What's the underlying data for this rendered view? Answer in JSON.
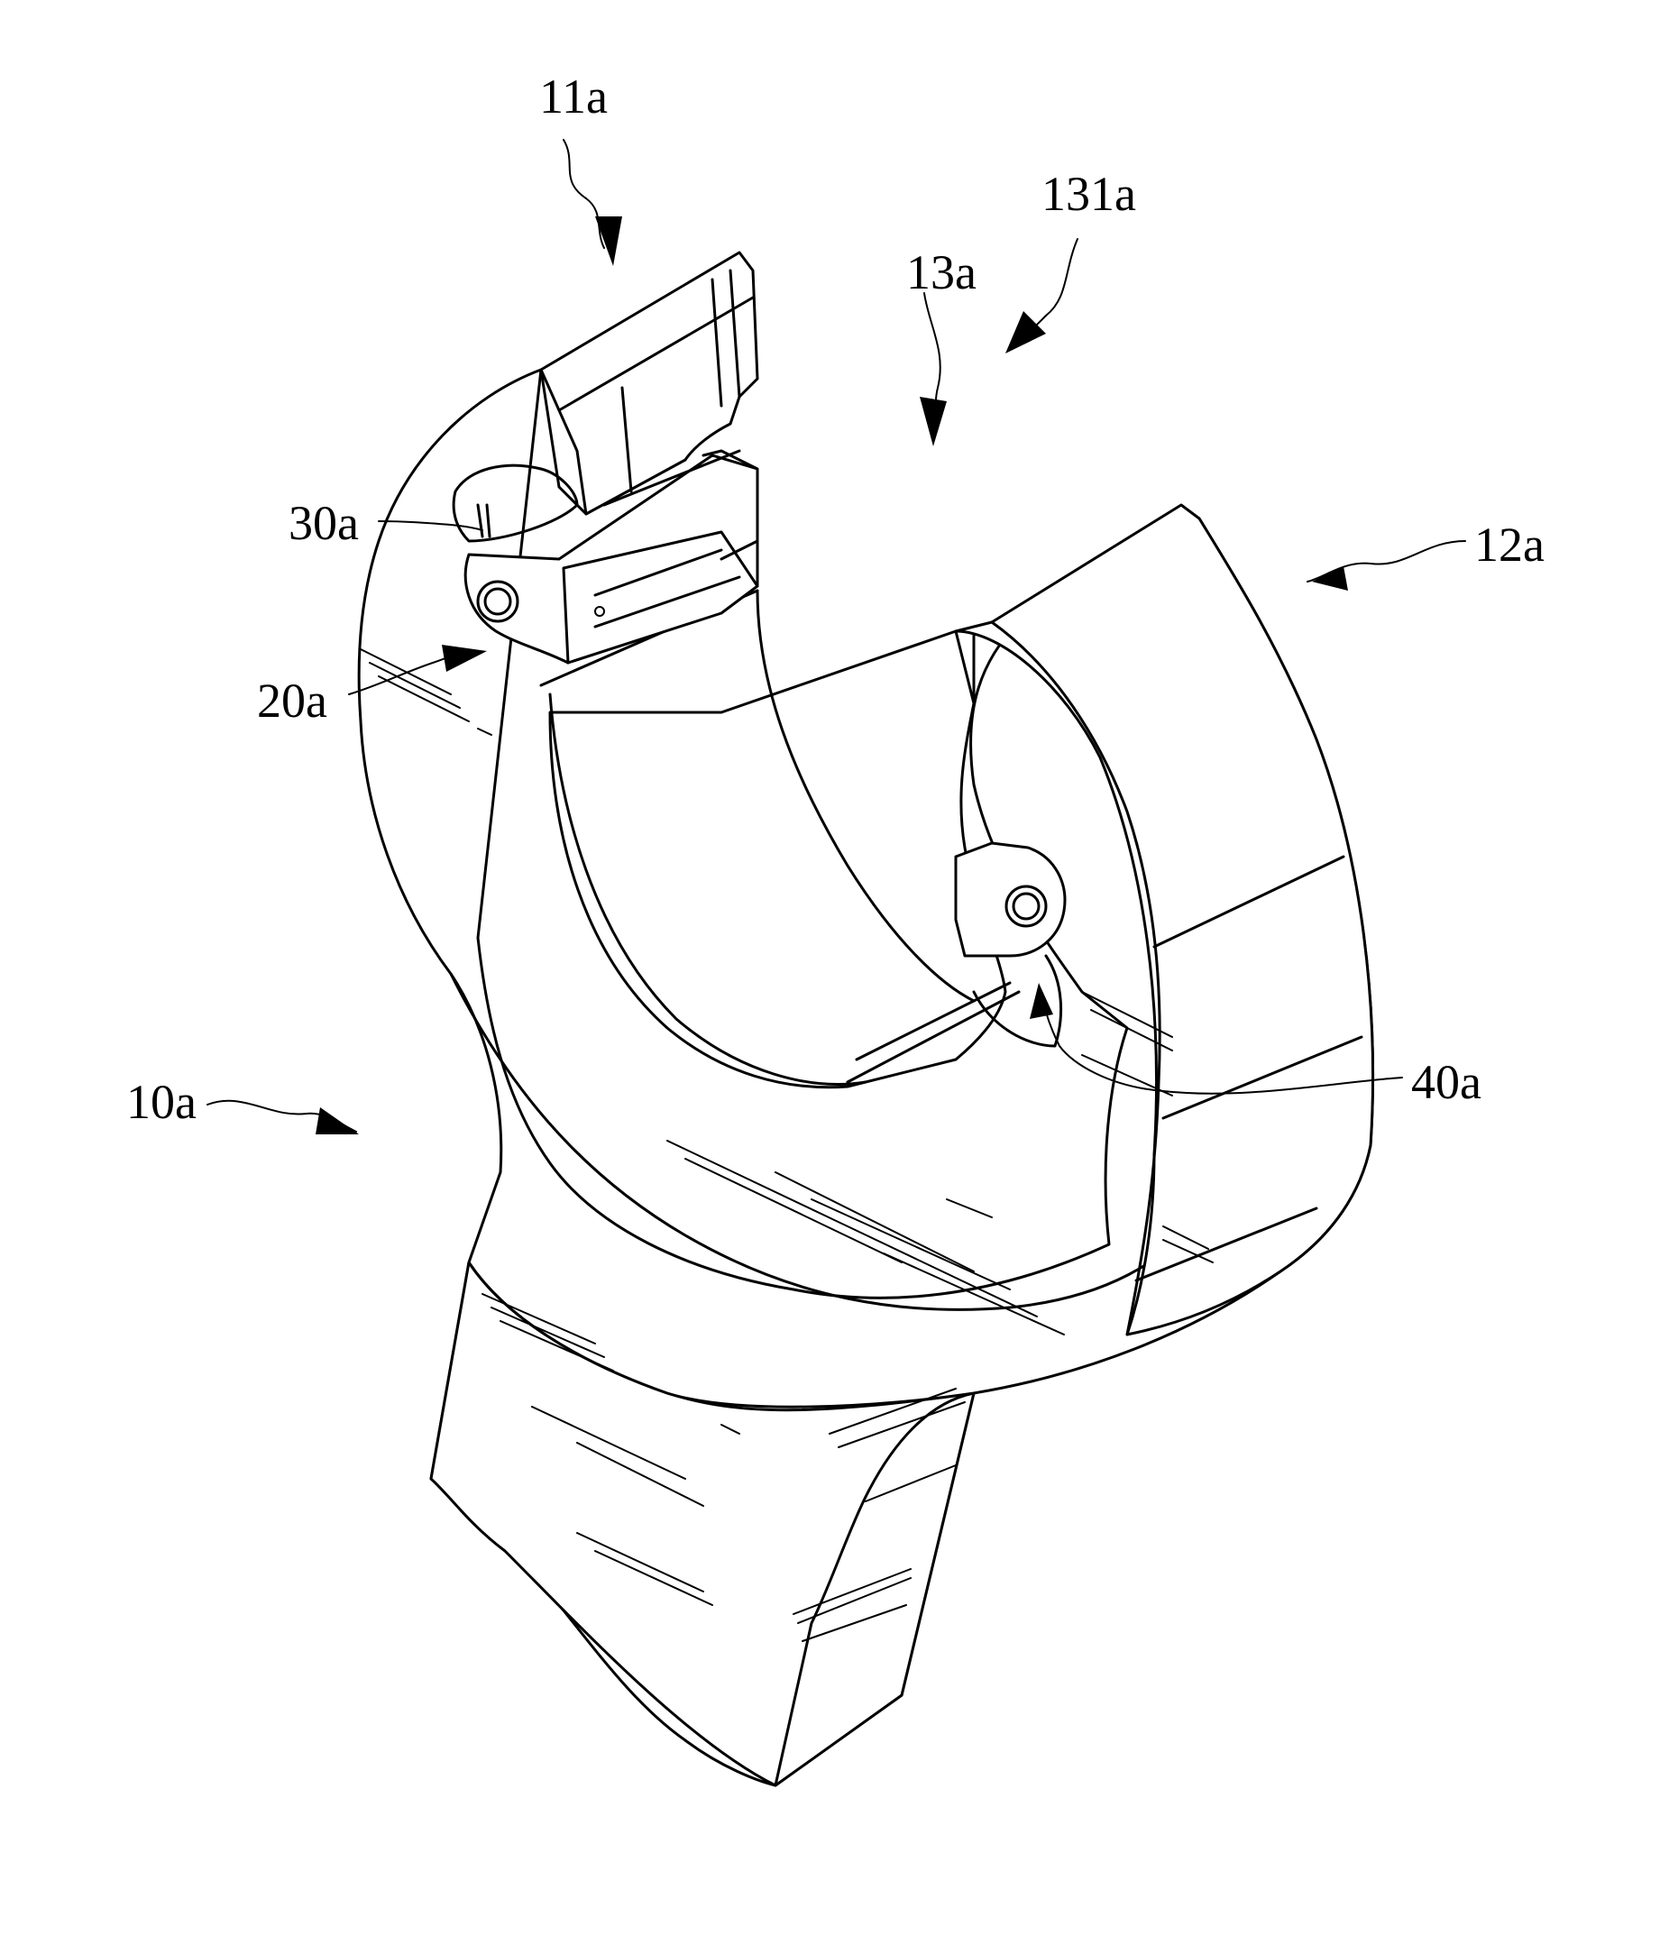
{
  "labels": {
    "body": "10a",
    "first_jaw": "11a",
    "second_jaw": "12a",
    "jaw_opening": "13a",
    "opening_gap": "131a",
    "pivot_pin": "20a",
    "spring": "30a",
    "locating_pin": "40a"
  }
}
